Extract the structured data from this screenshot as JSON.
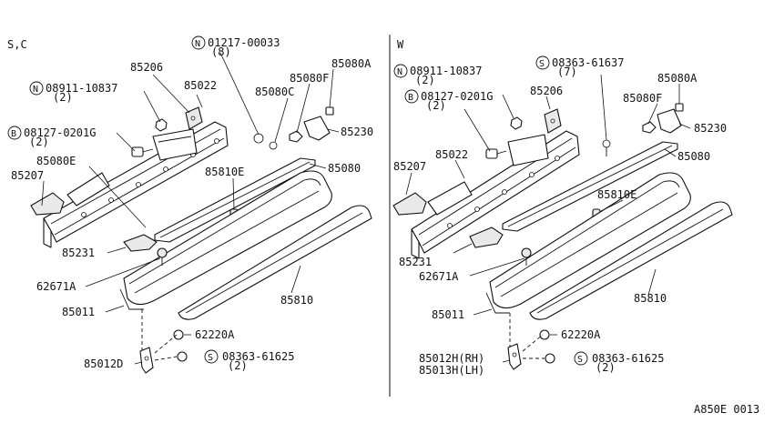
{
  "left": {
    "variant": "S,C",
    "labels": {
      "p85206": "85206",
      "p85022": "85022",
      "n_bolt": "N",
      "bolt_n": "08911-10837",
      "bolt_n_qty": "(2)",
      "b_bolt": "B",
      "bolt_b": "08127-0201G",
      "bolt_b_qty": "(2)",
      "n_top": "N",
      "bolt_top": "01217-00033",
      "bolt_top_qty": "(8)",
      "p85080A": "85080A",
      "p85080F": "85080F",
      "p85080C": "85080C",
      "p85230": "85230",
      "p85080E": "85080E",
      "p85207": "85207",
      "p85810E": "85810E",
      "p85080": "85080",
      "p85231": "85231",
      "p62671A": "62671A",
      "p85810": "85810",
      "p85011": "85011",
      "p62220A": "62220A",
      "s_bolt": "S",
      "bolt_s": "08363-61625",
      "bolt_s_qty": "(2)",
      "p85012D": "85012D"
    }
  },
  "right": {
    "variant": "W",
    "labels": {
      "n_bolt": "N",
      "bolt_n": "08911-10837",
      "bolt_n_qty": "(2)",
      "s_top": "S",
      "bolt_top": "08363-61637",
      "bolt_top_qty": "(7)",
      "p85080A": "85080A",
      "p85206": "85206",
      "b_bolt": "B",
      "bolt_b": "08127-0201G",
      "bolt_b_qty": "(2)",
      "p85080F": "85080F",
      "p85230": "85230",
      "p85022": "85022",
      "p85207": "85207",
      "p85080": "85080",
      "p85810E": "85810E",
      "p85231": "85231",
      "p62671A": "62671A",
      "p85810": "85810",
      "p85011": "85011",
      "p62220A": "62220A",
      "p85012H": "85012H(RH)",
      "p85013H": "85013H(LH)",
      "s_bolt": "S",
      "bolt_s": "08363-61625",
      "bolt_s_qty": "(2)"
    }
  },
  "figure_code": "A850E 0013"
}
